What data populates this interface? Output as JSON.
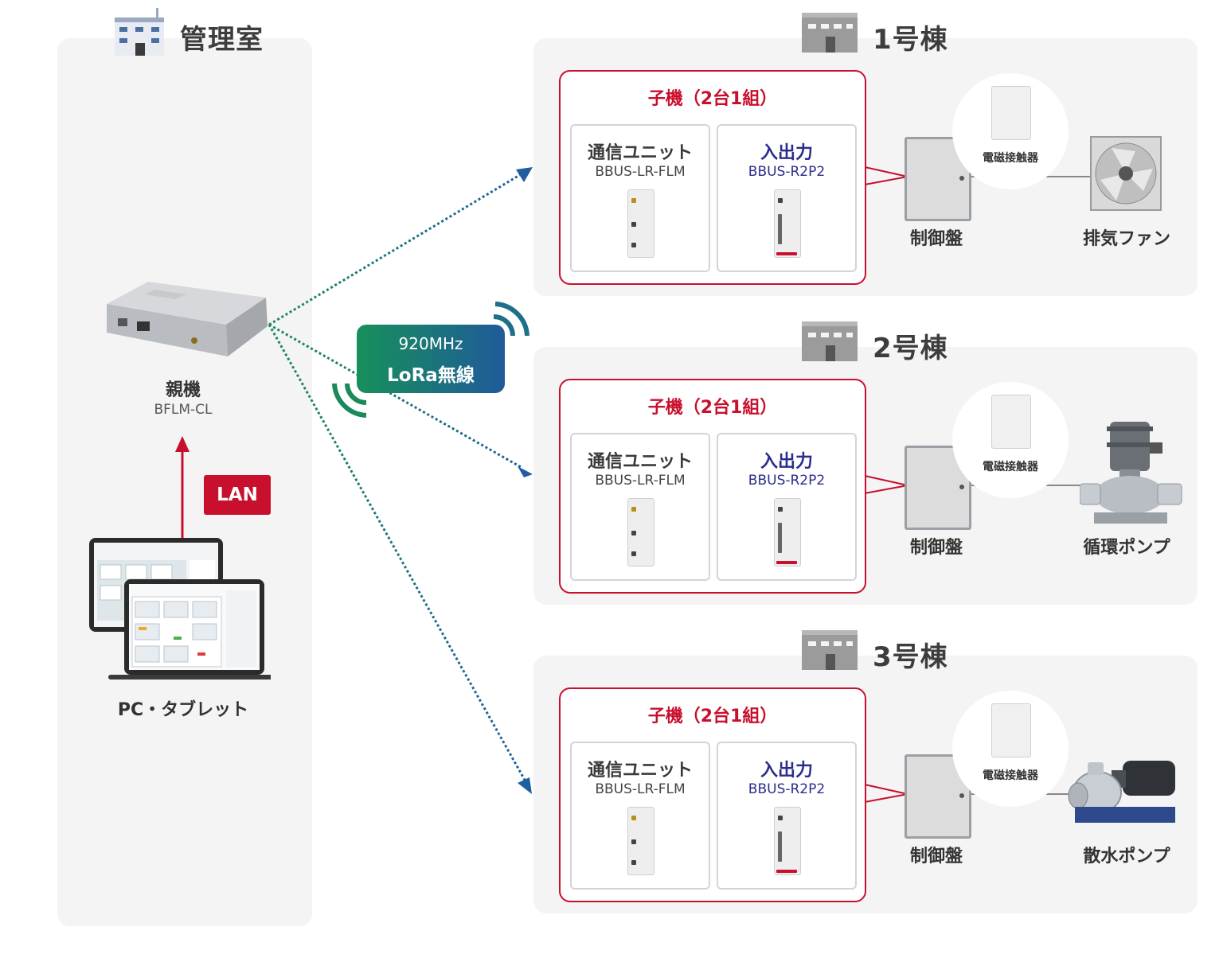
{
  "control_room": {
    "title": "管理室",
    "parent_device": {
      "name": "親機",
      "model": "BFLM-CL"
    },
    "lan_label": "LAN",
    "pc_label": "PC・タブレット"
  },
  "wireless": {
    "freq": "920MHz",
    "name": "LoRa無線"
  },
  "buildings": [
    {
      "title": "1号棟",
      "child_title": "子機（2台1組）",
      "comm_unit": {
        "name": "通信ユニット",
        "model": "BBUS-LR-FLM"
      },
      "io_unit": {
        "name": "入出力",
        "model": "BBUS-R2P2"
      },
      "contactor": "電磁接触器",
      "panel": "制御盤",
      "equipment": "排気ファン"
    },
    {
      "title": "2号棟",
      "child_title": "子機（2台1組）",
      "comm_unit": {
        "name": "通信ユニット",
        "model": "BBUS-LR-FLM"
      },
      "io_unit": {
        "name": "入出力",
        "model": "BBUS-R2P2"
      },
      "contactor": "電磁接触器",
      "panel": "制御盤",
      "equipment": "循環ポンプ"
    },
    {
      "title": "3号棟",
      "child_title": "子機（2台1組）",
      "comm_unit": {
        "name": "通信ユニット",
        "model": "BBUS-LR-FLM"
      },
      "io_unit": {
        "name": "入出力",
        "model": "BBUS-R2P2"
      },
      "contactor": "電磁接触器",
      "panel": "制御盤",
      "equipment": "散水ポンプ"
    }
  ],
  "colors": {
    "red": "#c8102e",
    "navy": "#2b2d8c",
    "panel_bg": "#f4f4f4",
    "link_green": "#1a8a5a",
    "link_blue": "#1f5fa0"
  }
}
